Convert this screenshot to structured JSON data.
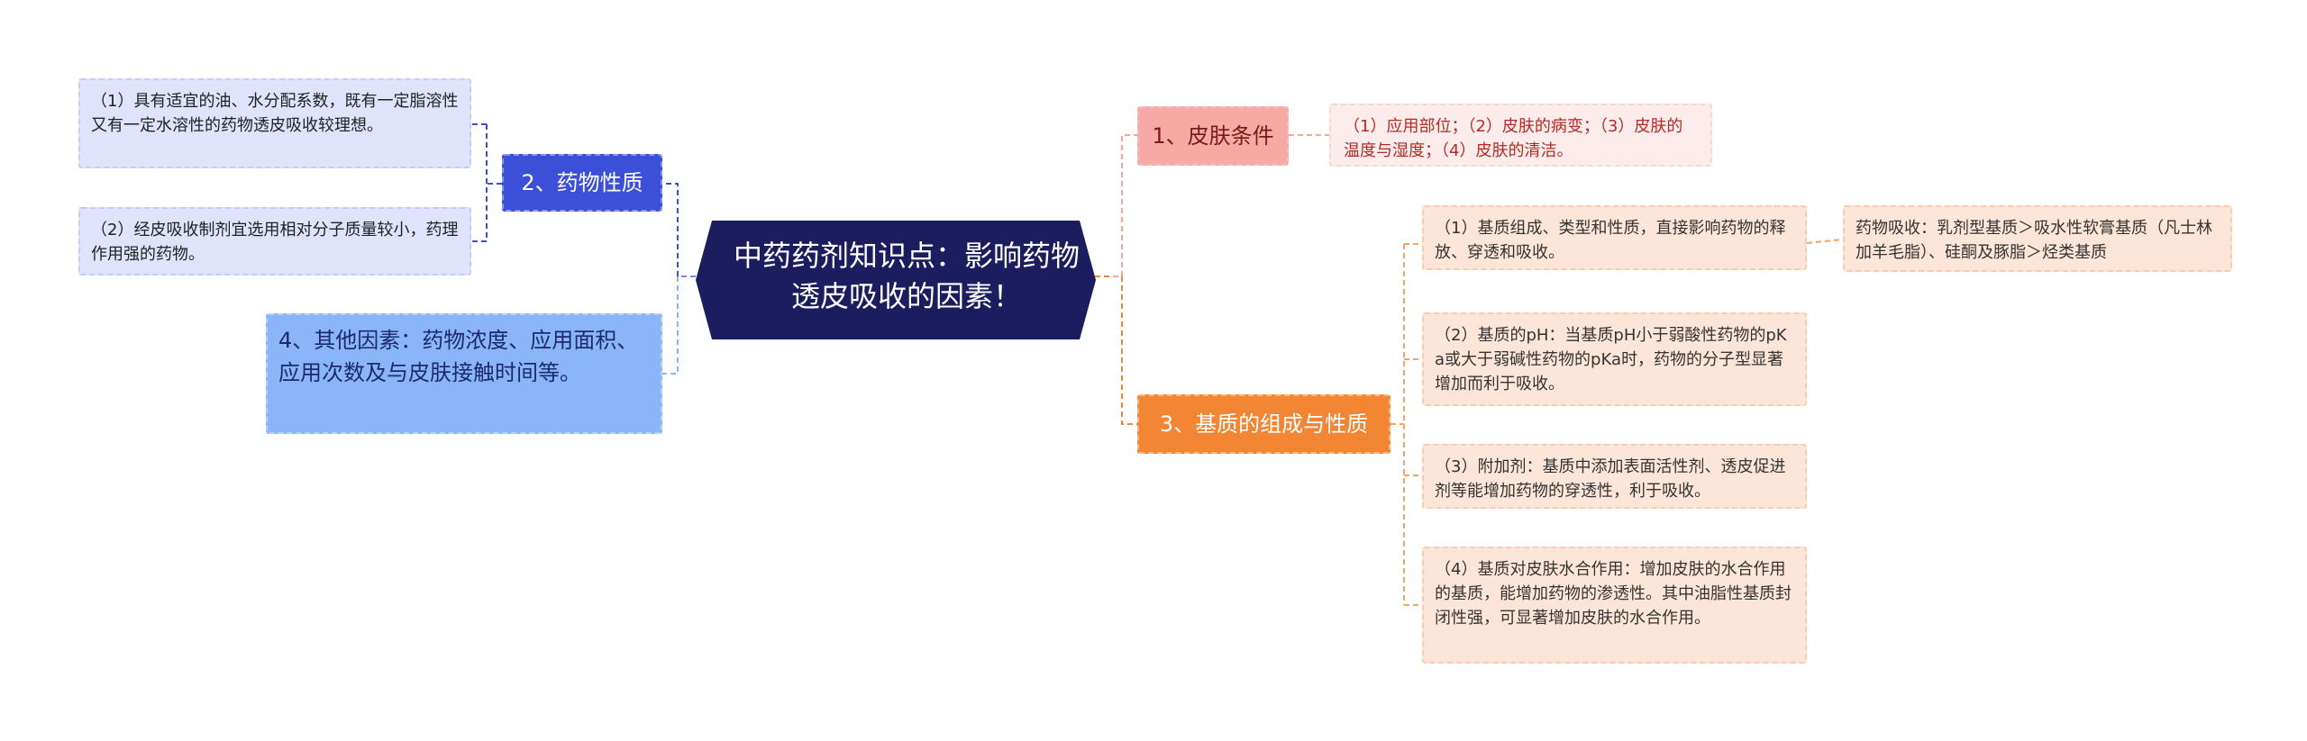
{
  "center": {
    "title": "中药药剂知识点：影响药物透皮吸收的因素！"
  },
  "colors": {
    "center": "#1b1d5e",
    "skin": "#f6aaa6",
    "base": "#f38634",
    "drug": "#3c4fd8",
    "other": "#8ab5fb"
  },
  "right": {
    "skin": {
      "label": "1、皮肤条件",
      "detail": "（1）应用部位；（2）皮肤的病变；（3）皮肤的温度与湿度；（4）皮肤的清洁。"
    },
    "base": {
      "label": "3、基质的组成与性质",
      "items": [
        {
          "text": "（1）基质组成、类型和性质，直接影响药物的释放、穿透和吸收。"
        },
        {
          "text": "（2）基质的pH：当基质pH小于弱酸性药物的pKa或大于弱碱性药物的pKa时，药物的分子型显著增加而利于吸收。"
        },
        {
          "text": "（3）附加剂：基质中添加表面活性剂、透皮促进剂等能增加药物的穿透性，利于吸收。"
        },
        {
          "text": "（4）基质对皮肤水合作用：增加皮肤的水合作用的基质，能增加药物的渗透性。其中油脂性基质封闭性强，可显著增加皮肤的水合作用。"
        }
      ],
      "sub": {
        "text": "药物吸收：乳剂型基质＞吸水性软膏基质（凡士林加羊毛脂）、硅酮及豚脂＞烃类基质"
      }
    }
  },
  "left": {
    "drug": {
      "label": "2、药物性质",
      "items": [
        {
          "text": "（1）具有适宜的油、水分配系数，既有一定脂溶性又有一定水溶性的药物透皮吸收较理想。"
        },
        {
          "text": "（2）经皮吸收制剂宜选用相对分子质量较小，药理作用强的药物。"
        }
      ]
    },
    "other": {
      "label": "4、其他因素：药物浓度、应用面积、应用次数及与皮肤接触时间等。"
    }
  }
}
